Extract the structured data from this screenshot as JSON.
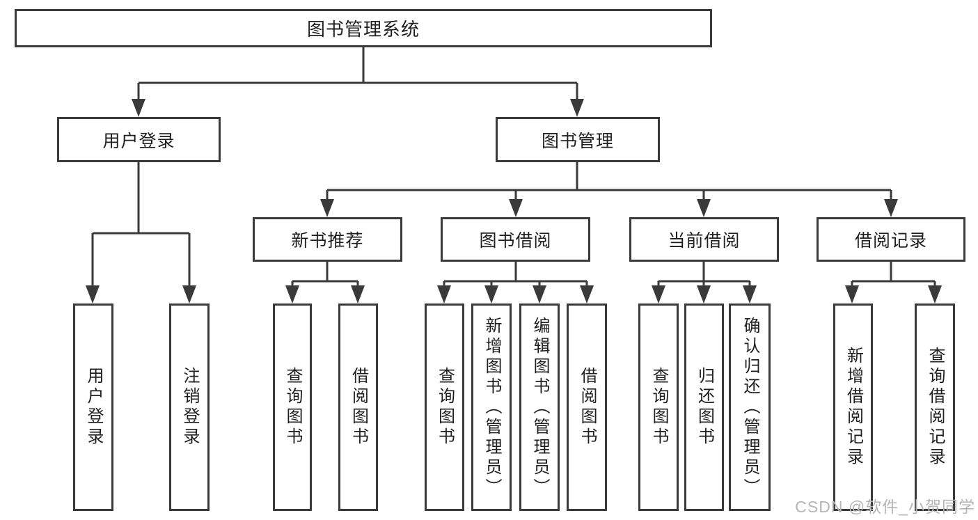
{
  "colors": {
    "line": "#3a3a3a",
    "text": "#1f1f1f",
    "box_background": "#ffffff",
    "watermark": "#b5b5b5"
  },
  "watermark": {
    "text": "CSDN @软件_小贺同学"
  },
  "tree": {
    "label": "图书管理系统",
    "children": [
      {
        "label": "用户登录",
        "children": [
          {
            "label": "用户登录"
          },
          {
            "label": "注销登录"
          }
        ]
      },
      {
        "label": "图书管理",
        "children": [
          {
            "label": "新书推荐",
            "children": [
              {
                "label": "查询图书"
              },
              {
                "label": "借阅图书"
              }
            ]
          },
          {
            "label": "图书借阅",
            "children": [
              {
                "label": "查询图书"
              },
              {
                "label": "新增图书（管理员）"
              },
              {
                "label": "编辑图书（管理员）"
              },
              {
                "label": "借阅图书"
              }
            ]
          },
          {
            "label": "当前借阅",
            "children": [
              {
                "label": "查询图书"
              },
              {
                "label": "归还图书"
              },
              {
                "label": "确认归还（管理员）"
              }
            ]
          },
          {
            "label": "借阅记录",
            "children": [
              {
                "label": "新增借阅记录"
              },
              {
                "label": "查询借阅记录"
              }
            ]
          }
        ]
      }
    ]
  }
}
